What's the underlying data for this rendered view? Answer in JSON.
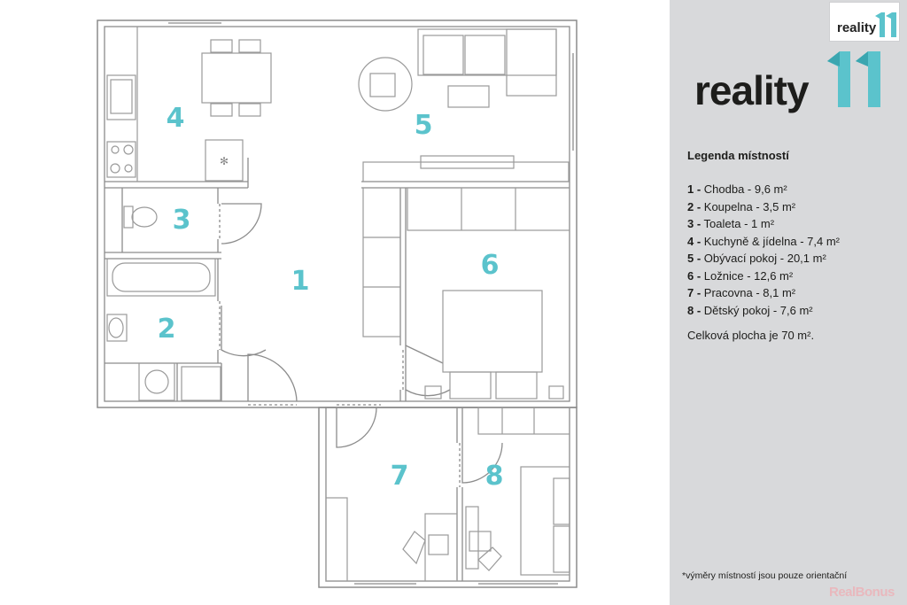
{
  "plan": {
    "room_numbers": [
      "1",
      "2",
      "3",
      "4",
      "5",
      "6",
      "7",
      "8"
    ]
  },
  "brand": {
    "badge_text": "reality",
    "logo_text": "reality",
    "accent_color": "#5bc3cc",
    "mark_icon": "reality-11-logo-mark"
  },
  "legend": {
    "title": "Legenda místností",
    "items": [
      {
        "num": "1 -",
        "text": " Chodba - 9,6 m²"
      },
      {
        "num": "2 -",
        "text": " Koupelna - 3,5 m²"
      },
      {
        "num": "3 -",
        "text": " Toaleta - 1 m²"
      },
      {
        "num": "4 -",
        "text": " Kuchyně & jídelna - 7,4 m²"
      },
      {
        "num": "5 -",
        "text": " Obývací pokoj - 20,1 m²"
      },
      {
        "num": "6 -",
        "text": " Ložnice - 12,6 m²"
      },
      {
        "num": "7 -",
        "text": " Pracovna - 8,1 m²"
      },
      {
        "num": "8 -",
        "text": " Dětský pokoj - 7,6 m²"
      }
    ],
    "total": "Celková plocha je 70 m²."
  },
  "disclaimer": "*výměry místností jsou pouze orientační",
  "watermark": "RealBonus"
}
